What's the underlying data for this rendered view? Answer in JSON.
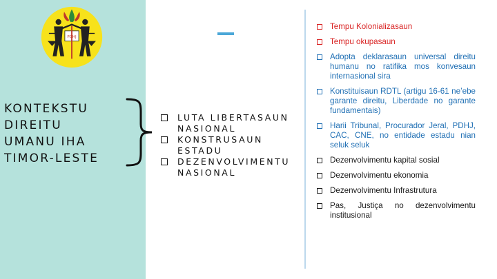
{
  "logo": {
    "text": "PDHJ"
  },
  "title": {
    "lines": [
      "KONTEKSTU",
      "DIREITU",
      "UMANU IHA",
      "TIMOR-LESTE"
    ]
  },
  "middle_items": [
    "LUTA LIBERTASAUN NASIONAL",
    "KONSTRUSAUN ESTADU",
    "DEZENVOLVIMENTU NASIONAL"
  ],
  "right_items": [
    {
      "text": "Tempu Kolonializasaun",
      "color": "#d92424"
    },
    {
      "text": "Tempu okupasaun",
      "color": "#d92424"
    },
    {
      "text": "Adopta deklarasaun universal direitu humanu no ratifika mos konvesaun internasional sira",
      "color": "#1f6fb4"
    },
    {
      "text": "Konstituisaun RDTL (artigu 16-61 ne’ebe garante direitu, Liberdade no garante fundamentais)",
      "color": "#1f6fb4"
    },
    {
      "text": "Harii Tribunal, Procurador Jeral, PDHJ, CAC, CNE, no entidade estadu nian seluk seluk",
      "color": "#1f6fb4"
    },
    {
      "text": "Dezenvolvimentu kapital sosial",
      "color": "#1a1a1a"
    },
    {
      "text": "Dezenvolvimentu ekonomia",
      "color": "#1a1a1a"
    },
    {
      "text": "Dezenvolvimentu Infrastrutura",
      "color": "#1a1a1a"
    },
    {
      "text": "Pas, Justiça no dezenvolvimentu institusional",
      "color": "#1a1a1a"
    }
  ]
}
